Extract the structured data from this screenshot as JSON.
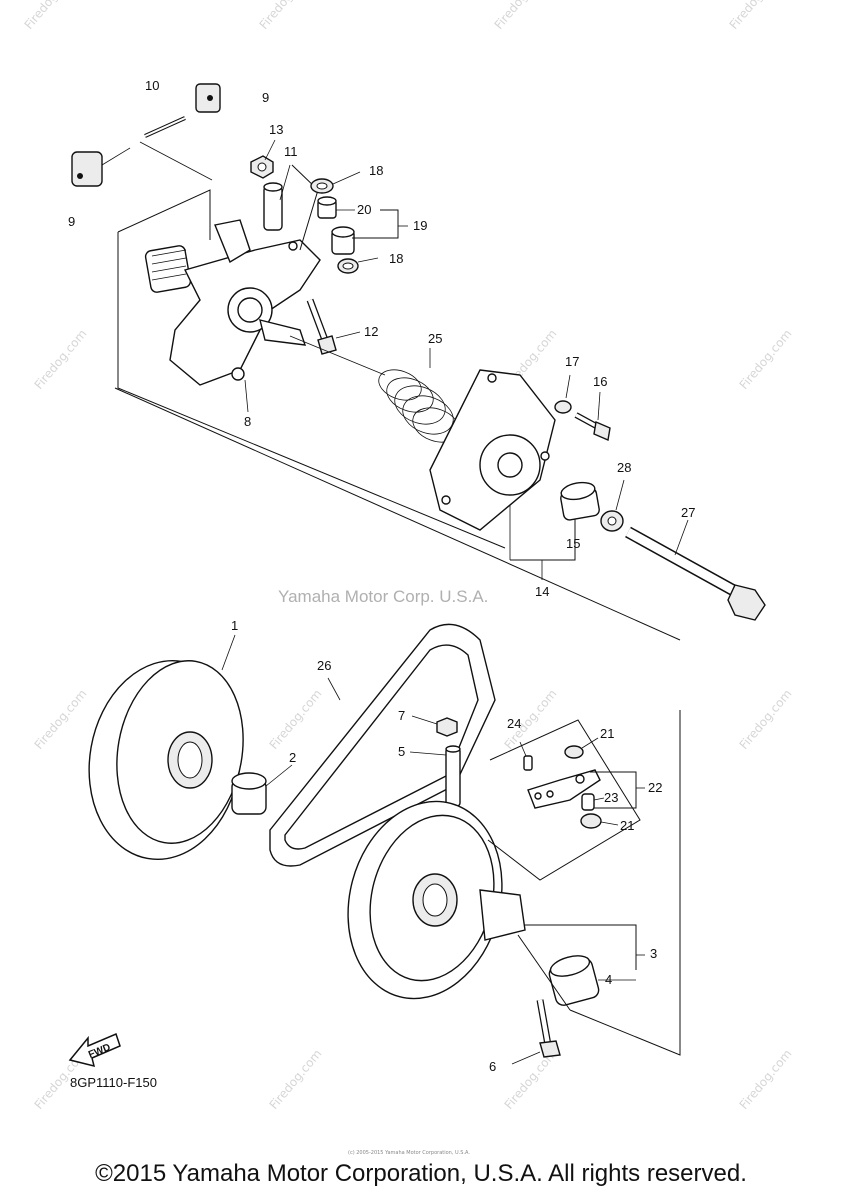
{
  "watermark": {
    "text": "Firedog.com",
    "center_text": "Yamaha Motor Corp. U.S.A."
  },
  "callouts": [
    "1",
    "2",
    "3",
    "4",
    "5",
    "6",
    "7",
    "8",
    "9",
    "9",
    "10",
    "11",
    "12",
    "13",
    "14",
    "15",
    "16",
    "17",
    "18",
    "18",
    "19",
    "20",
    "21",
    "21",
    "22",
    "23",
    "24",
    "25",
    "26",
    "27",
    "28"
  ],
  "fwd_label": "FWD",
  "figure_code": "8GP1110-F150",
  "small_copyright": "(c) 2005-2015 Yamaha Motor Corporation, U.S.A.",
  "copyright": "©2015 Yamaha Motor Corporation, U.S.A. All rights reserved."
}
